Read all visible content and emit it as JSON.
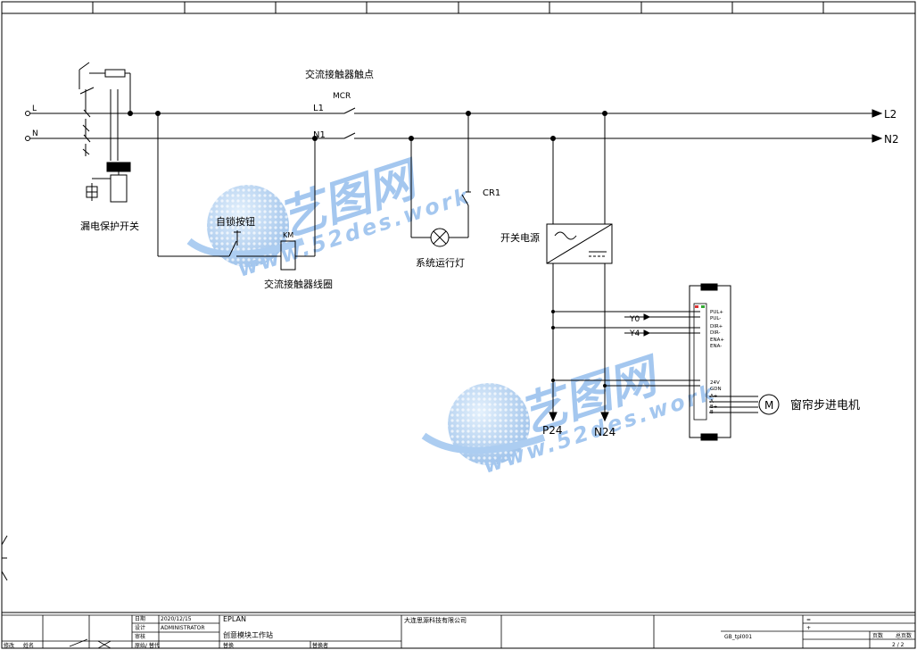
{
  "labels": {
    "L": "L",
    "N": "N",
    "L2": "L2",
    "N2": "N2",
    "ac_contact_title": "交流接触器触点",
    "MCR": "MCR",
    "L1": "L1",
    "N1": "N1",
    "CR1": "CR1",
    "leakage_switch": "漏电保护开关",
    "self_lock_button": "自锁按钮",
    "KM": "KM",
    "coil_label": "交流接触器线圈",
    "run_lamp": "系统运行灯",
    "power_supply": "开关电源",
    "Y0": "Y0",
    "Y4": "Y4",
    "P24": "P24",
    "N24": "N24",
    "M": "M",
    "motor_label": "窗帘步进电机"
  },
  "driver_pins": [
    "PUL+",
    "PUL-",
    "DIR+",
    "DIR-",
    "ENA+",
    "ENA-",
    "24V",
    "GDN",
    "A+",
    "A-",
    "B+",
    "B-"
  ],
  "titleblock": {
    "date_label": "日期",
    "date_value": "2020/12/15",
    "author_label": "设计",
    "author_value": "ADMINISTRATOR",
    "check_label": "审核",
    "normal_label": "原始/ 替代",
    "change_label": "修改",
    "name_label": "姓名",
    "eplan": "EPLAN",
    "project": "创意模块工作站",
    "replace_label": "替换",
    "replaced_label": "替换者",
    "company": "大连思源科技有限公司",
    "drawing_no": "GB_tpl001",
    "equal_sign": "=",
    "plus_sign": "+",
    "page_label": "页数",
    "total_label": "总页数",
    "page_value": "2 / 2"
  },
  "watermark": {
    "brand": "艺图网",
    "url": "www.52des.work"
  }
}
